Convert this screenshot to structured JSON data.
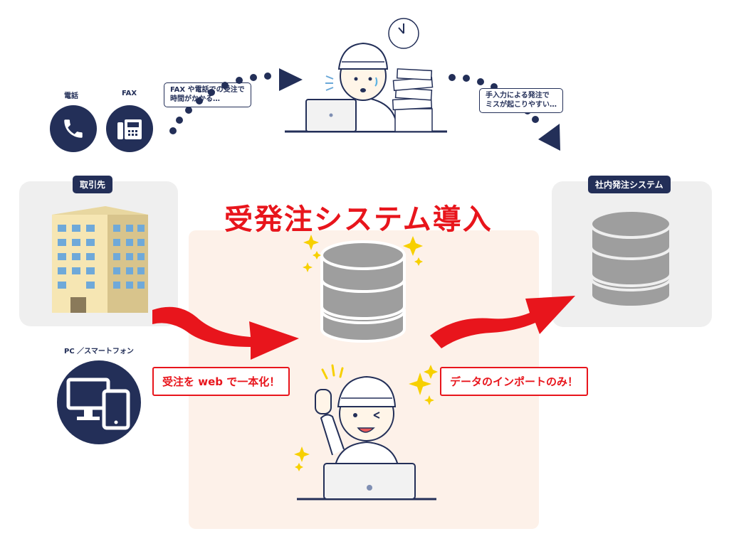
{
  "labels": {
    "phone": "電話",
    "fax": "FAX",
    "pc_smartphone": "PC ／スマートフォン"
  },
  "bubbles": {
    "slow_line1": "FAX や電話での受注で",
    "slow_line2": "時間がかかる…",
    "mistake_line1": "手入力による発注で",
    "mistake_line2": "ミスが起こりやすい…"
  },
  "pills": {
    "partner": "取引先",
    "internal_system": "社内発注システム"
  },
  "headline": "受発注システム導入",
  "callouts": {
    "unify": "受注を web で一本化！",
    "import_only": "データのインポートのみ！"
  },
  "icons": {
    "phone": "phone-icon",
    "fax": "fax-icon",
    "devices": "pc-smartphone-icon",
    "building": "office-building-icon",
    "database": "database-icon",
    "clock": "clock-icon",
    "documents": "document-stack-icon"
  },
  "colors": {
    "navy": "#232f58",
    "red": "#e8151c",
    "panel": "#efefef",
    "highlight": "#fdf1e9",
    "sparkle": "#f7d000"
  }
}
